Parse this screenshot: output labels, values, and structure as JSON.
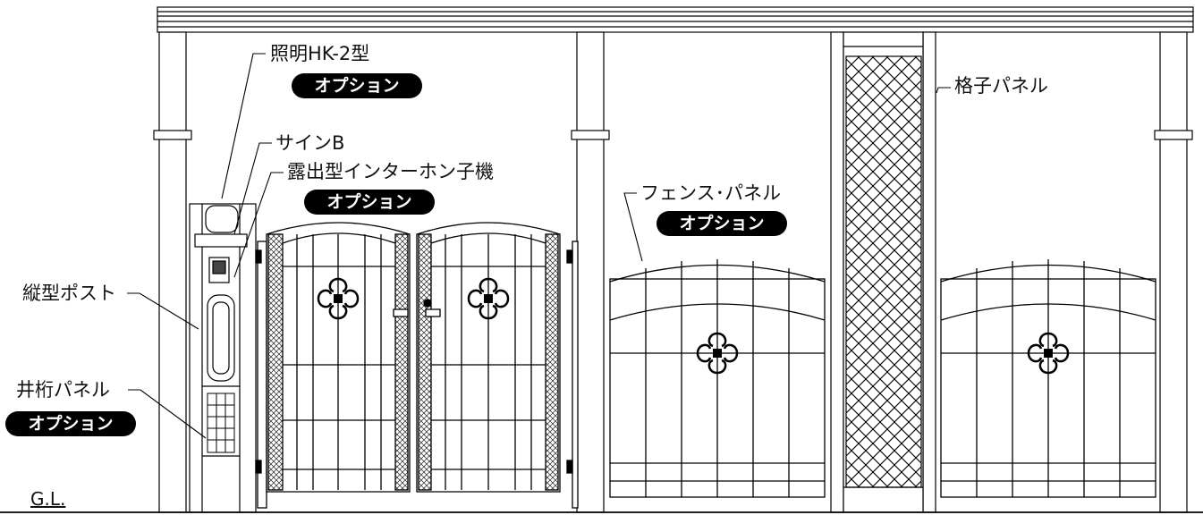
{
  "labels": {
    "light": "照明HK-2型",
    "sign": "サインB",
    "intercom": "露出型インターホン子機",
    "lattice": "格子パネル",
    "fence": "フェンス･パネル",
    "post": "縦型ポスト",
    "igeta": "井桁パネル",
    "ground": "G.L."
  },
  "option_badge": "オプション"
}
